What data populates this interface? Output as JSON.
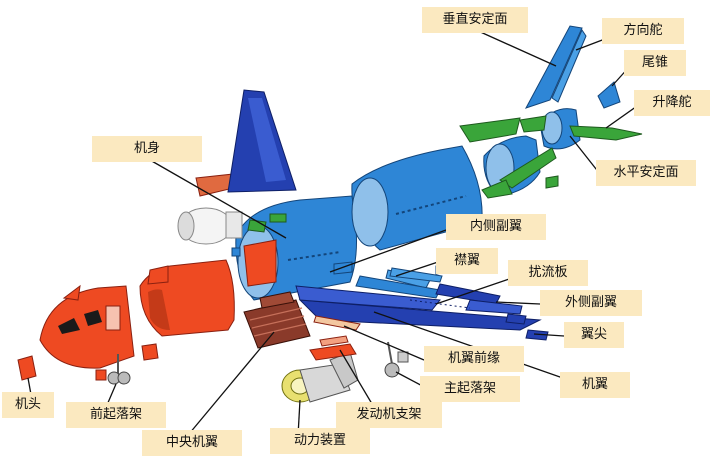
{
  "labels": {
    "vertical_stabilizer": "垂直安定面",
    "rudder": "方向舵",
    "tail_cone": "尾锥",
    "elevator": "升降舵",
    "horizontal_stabilizer": "水平安定面",
    "fuselage": "机身",
    "inboard_aileron": "内侧副翼",
    "flap": "襟翼",
    "spoiler": "扰流板",
    "outboard_aileron": "外侧副翼",
    "wingtip": "翼尖",
    "leading_edge": "机翼前缘",
    "wing": "机翼",
    "main_landing_gear": "主起落架",
    "engine_pylon": "发动机支架",
    "power_unit": "动力装置",
    "center_wing": "中央机翼",
    "nose_landing_gear": "前起落架",
    "nose": "机头"
  },
  "colors": {
    "fuselage_blue": "#2e86d6",
    "wing_navy": "#2440b0",
    "tail_green": "#3aa53a",
    "nose_red": "#ee4a22",
    "center_brown": "#8a3a2a",
    "engine_yellow": "#e8e070",
    "label_bg": "#fbe9c0"
  }
}
